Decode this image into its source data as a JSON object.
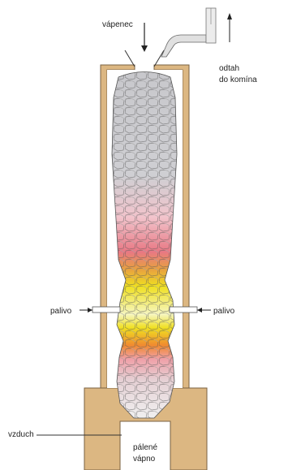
{
  "labels": {
    "limestone_in": "vápenec",
    "exhaust_line1": "odtah",
    "exhaust_line2": "do komína",
    "fuel_left": "palivo",
    "fuel_right": "palivo",
    "air_in": "vzduch",
    "product_line1": "pálené",
    "product_line2": "vápno"
  },
  "colors": {
    "wall": "#dcb782",
    "wall_outline": "#7a6242",
    "stone_gray": "#c8c8cc",
    "stone_pink": "#f0b4c0",
    "stone_red": "#e0606e",
    "stone_yellow": "#f0e020",
    "stone_orange": "#f08030",
    "stone_white": "#f4f4f4",
    "line": "#333333"
  }
}
